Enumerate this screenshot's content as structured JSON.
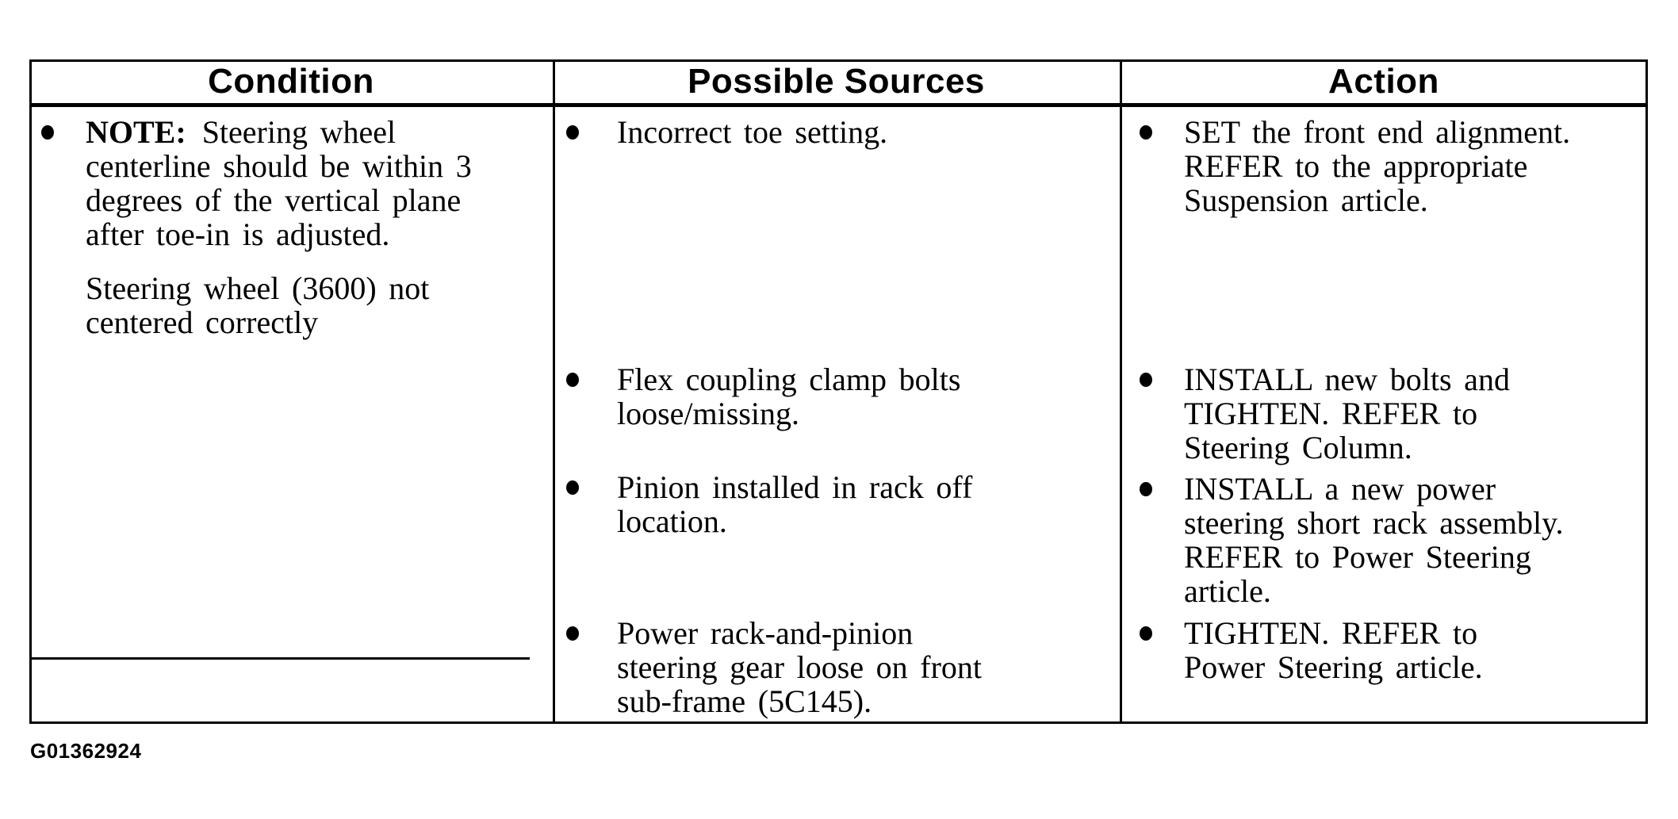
{
  "document": {
    "figure_id": "G01362924"
  },
  "icons": {
    "bullet": "filled-circle"
  },
  "table": {
    "headers": [
      {
        "label": "Condition"
      },
      {
        "label": "Possible Sources"
      },
      {
        "label": "Action"
      }
    ],
    "condition": {
      "note_label": "NOTE:",
      "note_lines": [
        "Steering wheel",
        "centerline should be within 3",
        "degrees of the vertical plane",
        "after toe-in is adjusted."
      ],
      "statement_lines": [
        "Steering wheel (3600) not",
        "centered correctly"
      ]
    },
    "sources": [
      {
        "lines": [
          "Incorrect toe setting."
        ]
      },
      {
        "lines": [
          "Flex coupling clamp bolts",
          "loose/missing."
        ]
      },
      {
        "lines": [
          "Pinion installed in rack off",
          "location."
        ]
      },
      {
        "lines": [
          "Power rack-and-pinion",
          "steering gear loose on front",
          "sub-frame (5C145)."
        ]
      }
    ],
    "actions": [
      {
        "lines": [
          "SET the front end alignment.",
          "REFER to the appropriate",
          "Suspension article."
        ]
      },
      {
        "lines": [
          "INSTALL new bolts and",
          "TIGHTEN. REFER to",
          "Steering Column."
        ]
      },
      {
        "lines": [
          "INSTALL a new power",
          "steering short rack assembly.",
          "REFER to Power Steering",
          "article."
        ]
      },
      {
        "lines": [
          "TIGHTEN. REFER to",
          "Power Steering article."
        ]
      }
    ]
  }
}
